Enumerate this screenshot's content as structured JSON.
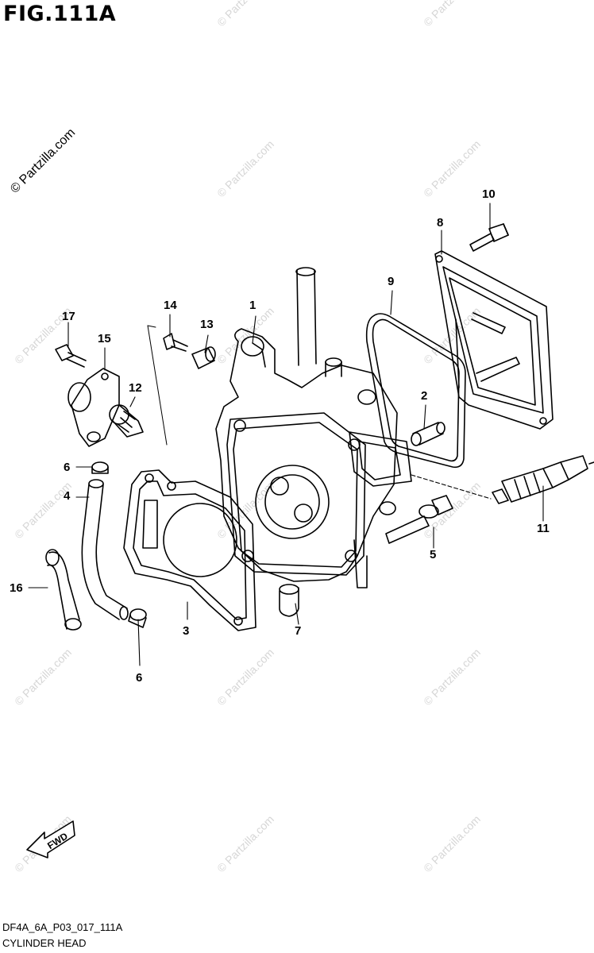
{
  "figure": {
    "title": "FIG.111A",
    "copyright": "© Partzilla.com",
    "watermark": "© Partzilla.com",
    "code": "DF4A_6A_P03_017_111A",
    "caption": "CYLINDER HEAD",
    "fwd_label": "FWD"
  },
  "callouts": [
    {
      "id": "1",
      "text": "1"
    },
    {
      "id": "2",
      "text": "2"
    },
    {
      "id": "3",
      "text": "3"
    },
    {
      "id": "4",
      "text": "4"
    },
    {
      "id": "5",
      "text": "5"
    },
    {
      "id": "6a",
      "text": "6"
    },
    {
      "id": "6b",
      "text": "6"
    },
    {
      "id": "7",
      "text": "7"
    },
    {
      "id": "8",
      "text": "8"
    },
    {
      "id": "9",
      "text": "9"
    },
    {
      "id": "10",
      "text": "10"
    },
    {
      "id": "11",
      "text": "11"
    },
    {
      "id": "12",
      "text": "12"
    },
    {
      "id": "13",
      "text": "13"
    },
    {
      "id": "14",
      "text": "14"
    },
    {
      "id": "15",
      "text": "15"
    },
    {
      "id": "16",
      "text": "16"
    },
    {
      "id": "17",
      "text": "17"
    }
  ]
}
